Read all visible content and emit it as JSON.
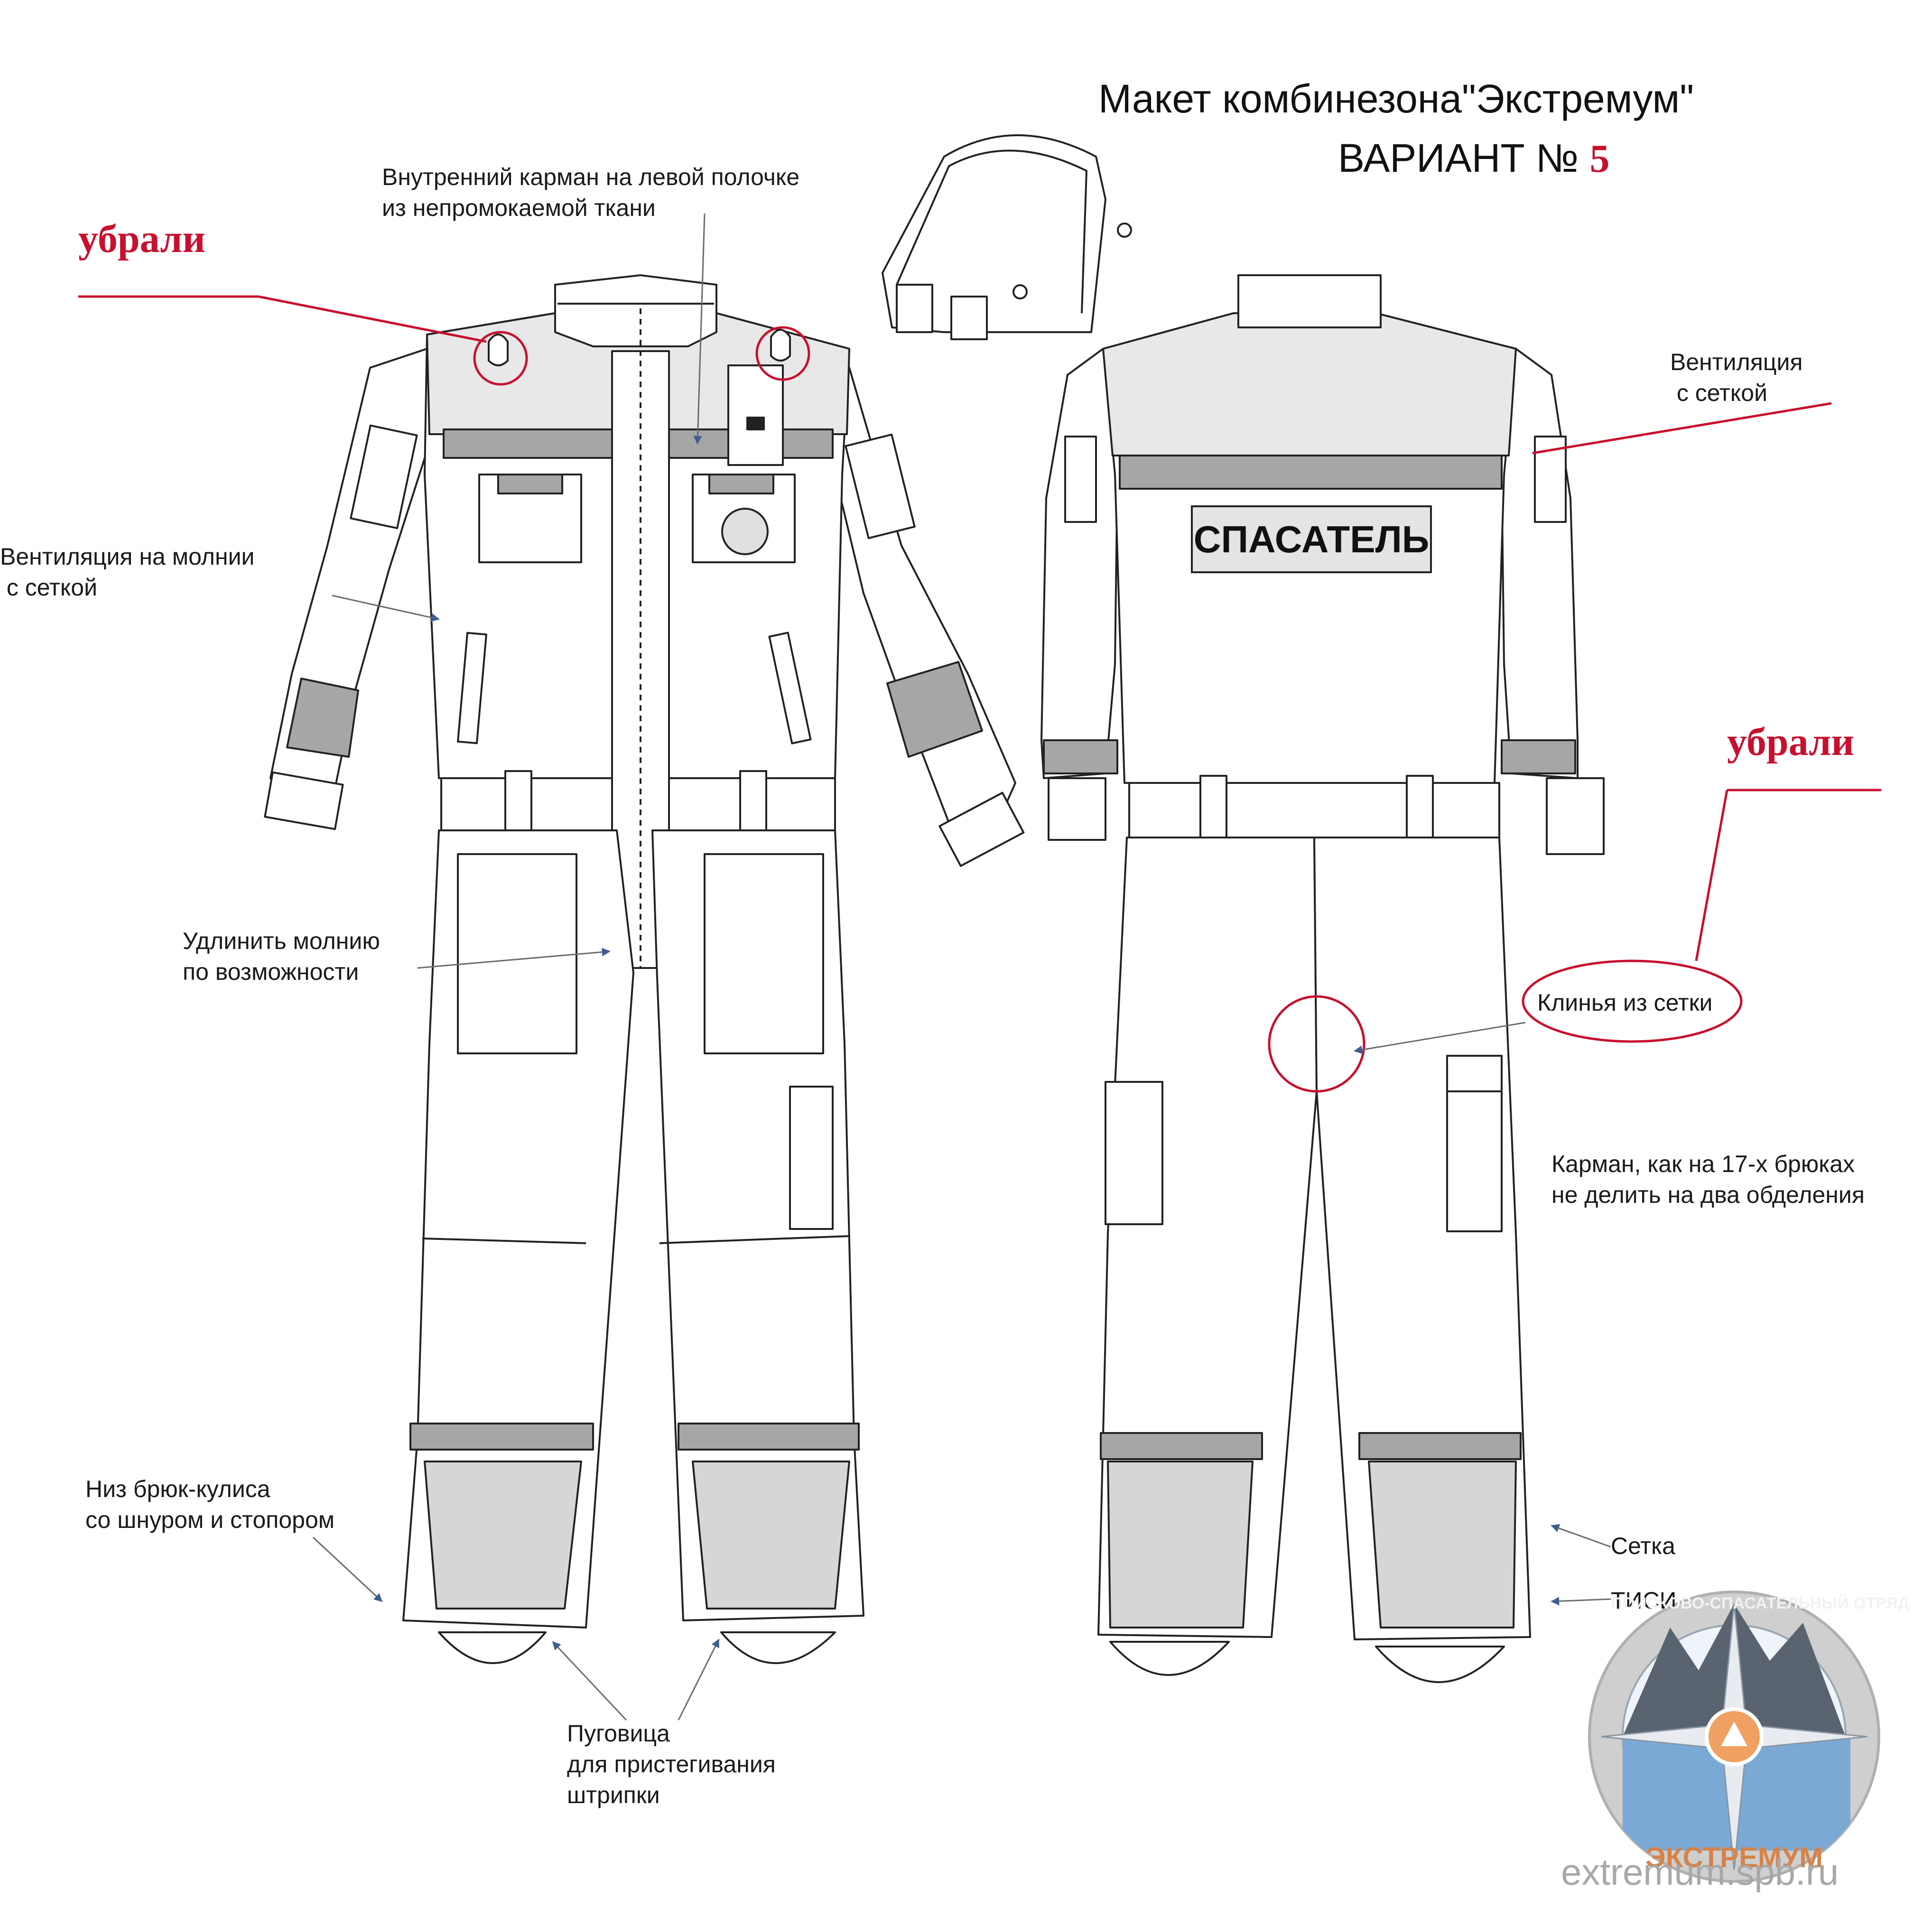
{
  "title": {
    "line1": "Макет  комбинезона\"Экстремум\"",
    "line2_prefix": "ВАРИАНТ № ",
    "line2_number": "5"
  },
  "notes": {
    "removed_1": "убрали",
    "removed_2": "убрали",
    "inner_pocket": [
      "Внутренний карман на левой полочке",
      "из непромокаемой ткани"
    ],
    "sleeve_vent": [
      "Вентиляция на молнии",
      " с сеткой"
    ],
    "back_vent": [
      "Вентиляция",
      " с сеткой"
    ],
    "extend_zipper": [
      "Удлинить молнию",
      "по возможности"
    ],
    "mesh_gussets": "Клинья из сетки",
    "pocket": [
      "Карман, как на 17-х брюках",
      "не делить на два обделения"
    ],
    "trouser_hem": [
      "Низ брюк-кулиса",
      "со шнуром и стопором"
    ],
    "mesh": "Сетка",
    "tisi": "ТИСИ",
    "button": [
      "Пуговица",
      "для пристегивания",
      "штрипки"
    ]
  },
  "back_patch": "СПАСАТЕЛЬ",
  "logo": {
    "ring_text": "ПОИСКОВО-СПАСАТЕЛЬНЫЙ ОТРЯД",
    "name": "ЭКСТРЕМУМ"
  },
  "website": "extremum.spb.ru",
  "colors": {
    "annotation_red": "#c8102e",
    "reflective_tape": "#a6a6a6",
    "yoke": "#e8e8e8",
    "arrow": "#3d5f8f"
  }
}
